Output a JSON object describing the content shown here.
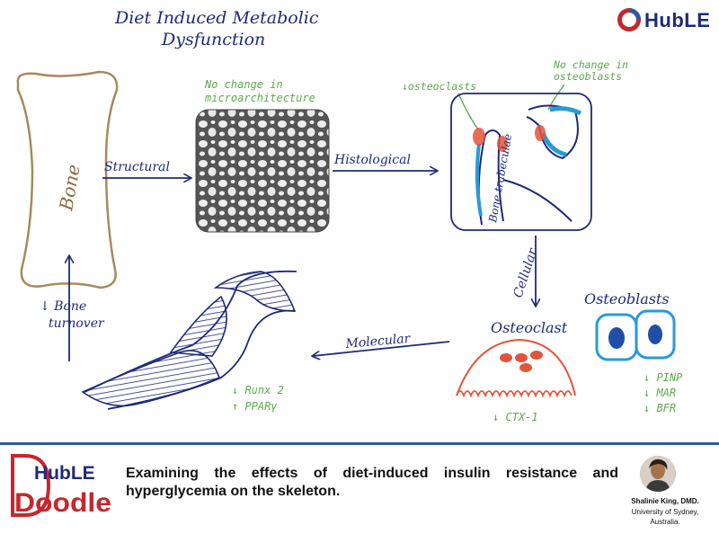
{
  "title": {
    "line1": "Diet Induced Metabolic",
    "line2": "Dysfunction"
  },
  "brand": {
    "hub": "Hub",
    "le": "LE"
  },
  "labels": {
    "bone": "Bone",
    "structural": "Structural",
    "histological": "Histological",
    "cellular": "Cellular",
    "molecular": "Molecular",
    "bone_turnover": [
      "↓ Bone",
      "turnover"
    ],
    "no_change_micro": [
      "No change in",
      "microarchitecture"
    ],
    "osteoclasts_down": "↓osteoclasts",
    "no_change_osteoblasts": [
      "No change in",
      "osteoblasts"
    ],
    "bone_trabeculae": "Bone trabeculae",
    "osteoclast": "Osteoclast",
    "osteoblasts": "Osteoblasts",
    "ctx": "↓ CTX-1",
    "osteoblast_markers": [
      "↓ PINP",
      "↓ MAR",
      "↓ BFR"
    ],
    "molecular_markers": [
      "↓ Runx 2",
      "↑ PPARγ"
    ]
  },
  "footer": {
    "logo": {
      "hub": "HubLE",
      "doodle": "Doodle"
    },
    "caption": "Examining the effects of diet-induced insulin resistance and hyperglycemia on the skeleton.",
    "author_name": "Shalinie King, DMD.",
    "affiliation_line1": "University of Sydney,",
    "affiliation_line2": "Australia."
  },
  "colors": {
    "ink": "#1f2a78",
    "annotation": "#5ea84e",
    "bone_outline": "#a68a5e",
    "osteoclast": "#e2553a",
    "osteoblast": "#2a9ad6",
    "divider": "#2c5aa0",
    "logo_red": "#c4282e"
  },
  "icons": [
    "hubLE-logo-icon",
    "author-photo-icon"
  ]
}
